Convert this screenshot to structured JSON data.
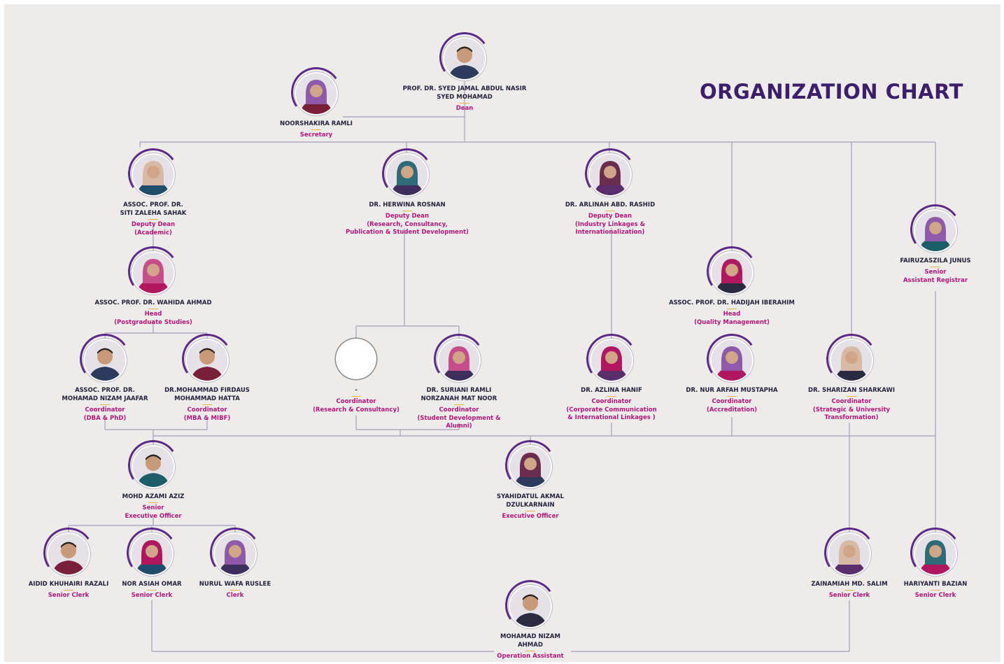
{
  "title": "ORGANIZATION CHART",
  "people": {
    "dean": {
      "name_line1": "PROF. DR. SYED JAMAL ABDUL NASIR",
      "name_line2": "SYED MOHAMAD",
      "role_line1": "Dean",
      "role_line2": "",
      "role_line3": ""
    },
    "secretary": {
      "name_line1": "NOORSHAKIRA RAMLI",
      "name_line2": "",
      "role_line1": "Secretary",
      "role_line2": "",
      "role_line3": ""
    },
    "dd_academic": {
      "name_line1": "ASSOC. PROF. DR.",
      "name_line2": "SITI ZALEHA SAHAK",
      "role_line1": "Deputy Dean",
      "role_line2": "(Academic)",
      "role_line3": ""
    },
    "dd_research": {
      "name_line1": "DR. HERWINA ROSNAN",
      "name_line2": "",
      "role_line1": "Deputy Dean",
      "role_line2": "(Research, Consultancy,",
      "role_line3": "Publication & Student Development)"
    },
    "dd_industry": {
      "name_line1": "DR. ARLINAH ABD. RASHID",
      "name_line2": "",
      "role_line1": "Deputy Dean",
      "role_line2": "(Industry Linkages &",
      "role_line3": "Internationalization)"
    },
    "head_postgrad": {
      "name_line1": "ASSOC. PROF. DR. WAHIDA AHMAD",
      "name_line2": "",
      "role_line1": "Head",
      "role_line2": "(Postgraduate Studies)",
      "role_line3": ""
    },
    "head_quality": {
      "name_line1": "ASSOC. PROF. DR. HADIJAH IBERAHIM",
      "name_line2": "",
      "role_line1": "Head",
      "role_line2": "(Quality Management)",
      "role_line3": ""
    },
    "registrar": {
      "name_line1": "FAIRUZASZILA JUNUS",
      "name_line2": "",
      "role_line1": "Senior",
      "role_line2": "Assistant Registrar",
      "role_line3": ""
    },
    "coord_dba": {
      "name_line1": "ASSOC. PROF. DR.",
      "name_line2": "MOHAMAD NIZAM JAAFAR",
      "role_line1": "Coordinator",
      "role_line2": "(DBA & PhD)",
      "role_line3": ""
    },
    "coord_mba": {
      "name_line1": "DR.MOHAMMAD FIRDAUS",
      "name_line2": "MOHAMMAD HATTA",
      "role_line1": "Coordinator",
      "role_line2": "(MBA & MIBF)",
      "role_line3": ""
    },
    "coord_research": {
      "name_line1": "-",
      "name_line2": "",
      "role_line1": "Coordinator",
      "role_line2": "(Research & Consultancy)",
      "role_line3": ""
    },
    "coord_student": {
      "name_line1": "DR. SURIANI RAMLI",
      "name_line2": "NORZANAH MAT NOOR",
      "role_line1": "Coordinator",
      "role_line2": "(Student Development &",
      "role_line3": "Alumni)"
    },
    "coord_corporate": {
      "name_line1": "DR. AZLINA HANIF",
      "name_line2": "",
      "role_line1": "Coordinator",
      "role_line2": "(Corporate Communication",
      "role_line3": "& International Linkages )"
    },
    "coord_accred": {
      "name_line1": "DR. NUR ARFAH MUSTAPHA",
      "name_line2": "",
      "role_line1": "Coordinator",
      "role_line2": "(Accreditation)",
      "role_line3": ""
    },
    "coord_strategic": {
      "name_line1": "DR. SHARIZAN SHARKAWI",
      "name_line2": "",
      "role_line1": "Coordinator",
      "role_line2": "(Strategic & University",
      "role_line3": "Transformation)"
    },
    "seo": {
      "name_line1": "MOHD AZAMI AZIZ",
      "name_line2": "",
      "role_line1": "Senior",
      "role_line2": "Executive Officer",
      "role_line3": ""
    },
    "exec": {
      "name_line1": "SYAHIDATUL AKMAL",
      "name_line2": "DZULKARNAIN",
      "role_line1": "Executive Officer",
      "role_line2": "",
      "role_line3": ""
    },
    "clerk_aidid": {
      "name_line1": "AIDID KHUHAIRI RAZALI",
      "name_line2": "",
      "role_line1": "Senior Clerk",
      "role_line2": "",
      "role_line3": ""
    },
    "clerk_nor": {
      "name_line1": "NOR ASIAH OMAR",
      "name_line2": "",
      "role_line1": "Senior Clerk",
      "role_line2": "",
      "role_line3": ""
    },
    "clerk_nurul": {
      "name_line1": "NURUL WAFA RUSLEE",
      "name_line2": "",
      "role_line1": "Clerk",
      "role_line2": "",
      "role_line3": ""
    },
    "clerk_zainamiah": {
      "name_line1": "ZAINAMIAH MD. SALIM",
      "name_line2": "",
      "role_line1": "Senior Clerk",
      "role_line2": "",
      "role_line3": ""
    },
    "clerk_hariyanti": {
      "name_line1": "HARIYANTI BAZIAN",
      "name_line2": "",
      "role_line1": "Senior Clerk",
      "role_line2": "",
      "role_line3": ""
    },
    "ops": {
      "name_line1": "MOHAMAD NIZAM",
      "name_line2": "AHMAD",
      "role_line1": "Operation Assistant",
      "role_line2": "",
      "role_line3": ""
    }
  },
  "colors": {
    "accent": "#5b2a86",
    "role": "#b0167a",
    "line": "#a99bb8",
    "title": "#3b1f6a"
  }
}
